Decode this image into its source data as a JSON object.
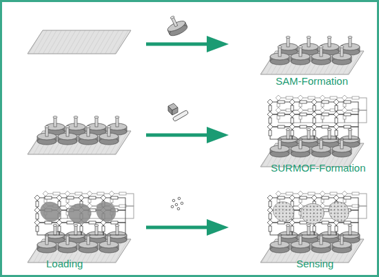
{
  "diagram": {
    "labels": [
      "SAM-Formation",
      "SURMOF-Formation",
      "Loading",
      "Sensing"
    ]
  }
}
